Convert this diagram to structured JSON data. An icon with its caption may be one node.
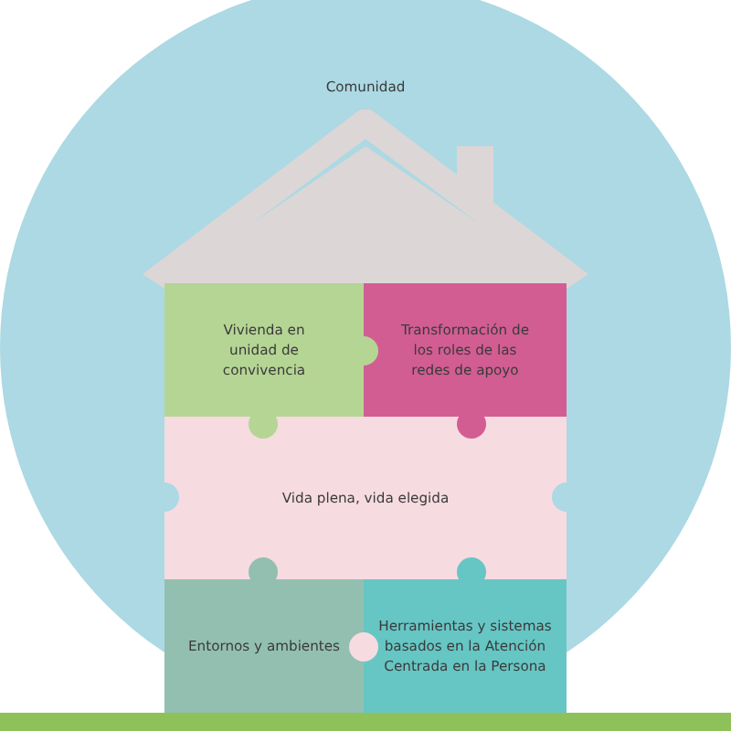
{
  "diagram": {
    "nodes": [
      {
        "text": [
          "Comunidad"
        ]
      },
      {
        "text": [
          "Vivienda en unidad de convivencia"
        ],
        "in": 0
      },
      {
        "text": [
          "Transformación de los roles de las redes de apoyo"
        ],
        "in": 0
      },
      {
        "text": [
          "Vida plena, vida elegida"
        ],
        "in": 0
      },
      {
        "text": [
          "Entornos y ambientes"
        ],
        "in": 0
      },
      {
        "text": [
          "Herramientas y sistemas basados en la Atención Centrada en la Persona"
        ],
        "in": 0
      }
    ]
  }
}
